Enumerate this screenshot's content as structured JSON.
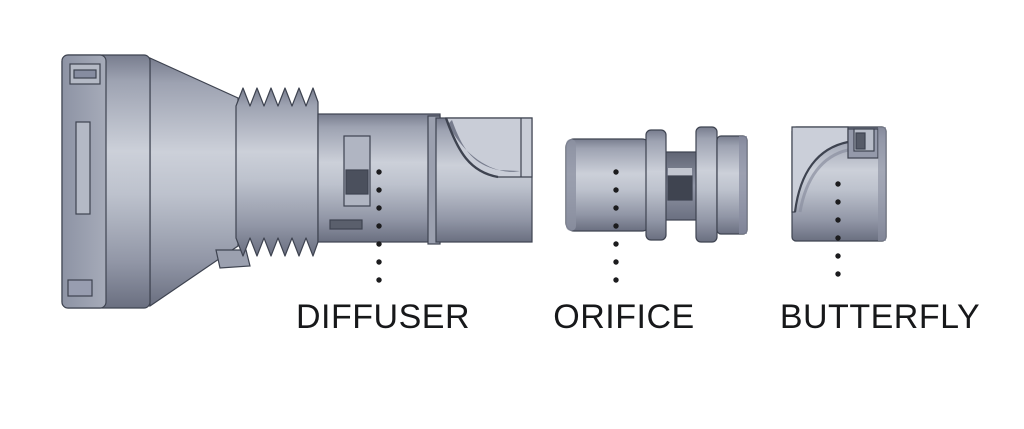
{
  "diagram": {
    "type": "exploded-assembly-cad",
    "background": "#ffffff",
    "parts": [
      {
        "id": "diffuser",
        "label": "DIFFUSER"
      },
      {
        "id": "orifice",
        "label": "ORIFICE"
      },
      {
        "id": "butterfly",
        "label": "BUTTERFLY"
      }
    ],
    "leader_style": "vertical-dotted-line",
    "colors": {
      "part_body": "#a9aebb",
      "part_highlight": "#ccd0d9",
      "part_shadow": "#6a6f80",
      "outline": "#3e4350",
      "label_text": "#17181a"
    }
  }
}
